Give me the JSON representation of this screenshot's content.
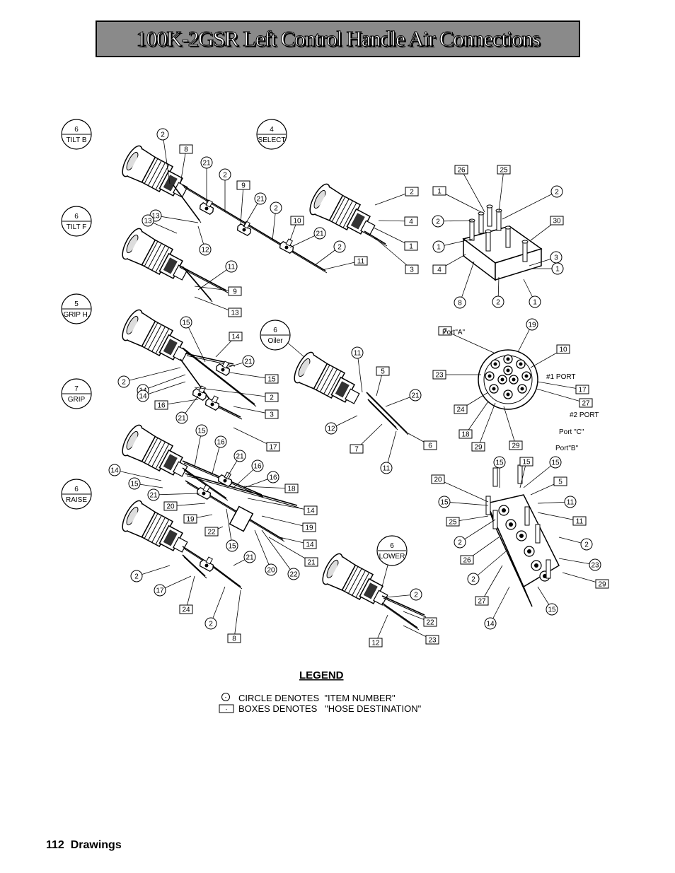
{
  "header": {
    "title": "100K-2GSR Left Control Handle Air Connections"
  },
  "footer": {
    "page": "112",
    "section": "Drawings"
  },
  "legend": {
    "heading": "LEGEND",
    "circle_symbol": "-",
    "box_symbol": "-",
    "circle_text": "CIRCLE DENOTES  \"ITEM NUMBER\"",
    "box_text": "BOXES DENOTES   \"HOSE DESTINATION\""
  },
  "valves": {
    "tilt_b": [
      "6",
      "TILT B"
    ],
    "tilt_f": [
      "6",
      "TILT F"
    ],
    "select": [
      "4",
      "SELECT"
    ],
    "grip_h": [
      "5",
      "GRIP H."
    ],
    "oiler": [
      "6",
      "Oiler"
    ],
    "grip": [
      "7",
      "GRIP"
    ],
    "raise": [
      "6",
      "RAISE"
    ],
    "lower": [
      "6",
      "LOWER"
    ]
  },
  "callouts": {
    "circles": [
      "2",
      "21",
      "2",
      "21",
      "2",
      "21",
      "2",
      "13",
      "12",
      "11",
      "13",
      "15",
      "21",
      "2",
      "14",
      "14",
      "21",
      "11",
      "21",
      "12",
      "11",
      "15",
      "16",
      "21",
      "16",
      "16",
      "14",
      "15",
      "21",
      "15",
      "21",
      "2",
      "17",
      "2",
      "20",
      "22",
      "2",
      "2",
      "1",
      "8",
      "2",
      "1",
      "3",
      "1",
      "19",
      "15",
      "15",
      "15",
      "11",
      "2",
      "2",
      "2",
      "2",
      "23",
      "15",
      "14",
      "6",
      "6"
    ],
    "boxes": [
      "8",
      "9",
      "10",
      "11",
      "2",
      "4",
      "1",
      "3",
      "26",
      "25",
      "1",
      "30",
      "4",
      "9",
      "13",
      "14",
      "15",
      "2",
      "3",
      "16",
      "17",
      "5",
      "7",
      "6",
      "18",
      "14",
      "19",
      "19",
      "20",
      "22",
      "21",
      "14",
      "24",
      "8",
      "22",
      "23",
      "12",
      "7",
      "10",
      "17",
      "27",
      "23",
      "24",
      "18",
      "29",
      "29",
      "15",
      "5",
      "20",
      "25",
      "11",
      "26",
      "27",
      "29"
    ],
    "port_labels": [
      "Port\"A\"",
      "Port \"C\"",
      "Port\"B\""
    ],
    "ports": [
      "#1 PORT",
      "#2 PORT"
    ]
  }
}
